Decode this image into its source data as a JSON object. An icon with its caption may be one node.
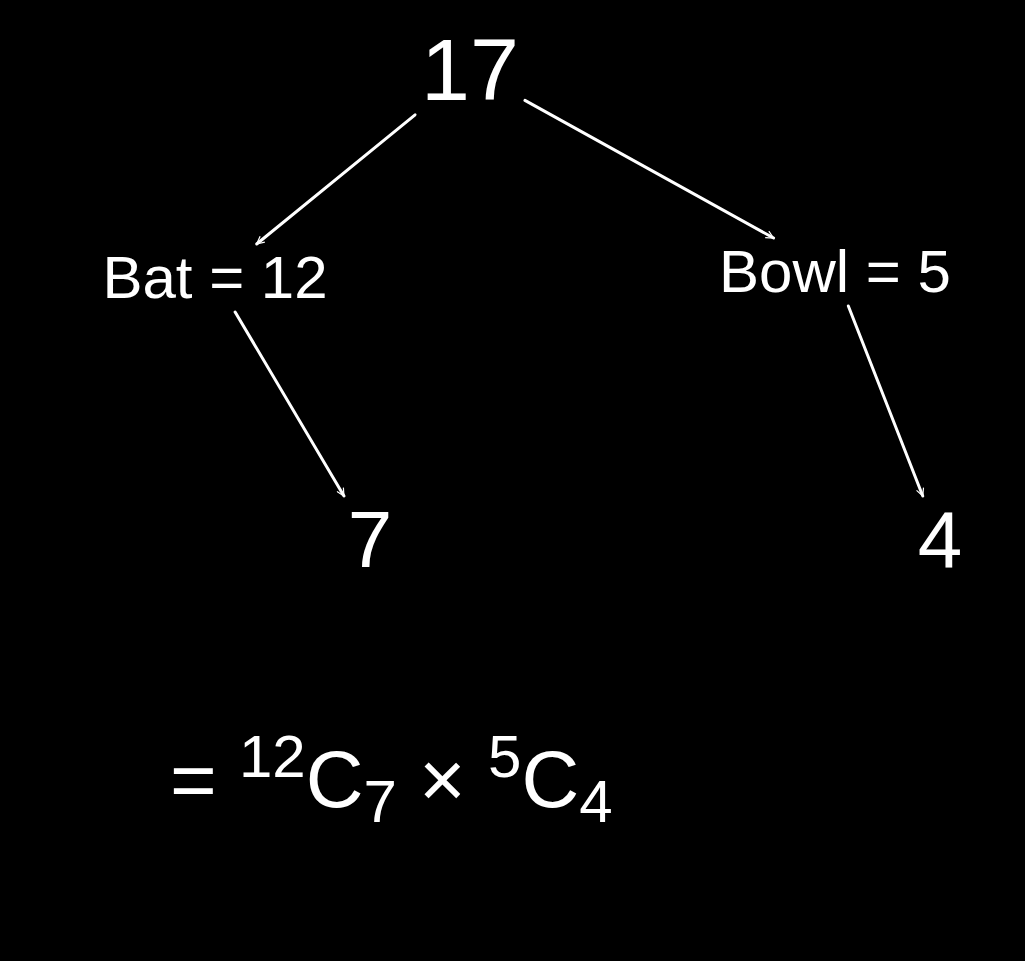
{
  "diagram": {
    "nodes": [
      {
        "text": [
          "17"
        ]
      },
      {
        "text": [
          "Bat = 12"
        ]
      },
      {
        "text": [
          "Bowl = 5"
        ]
      },
      {
        "text": [
          "7"
        ]
      },
      {
        "text": [
          "4"
        ]
      }
    ],
    "edges": [
      {
        "from": 0,
        "to": 1,
        "arrow": "to"
      },
      {
        "from": 0,
        "to": 2,
        "arrow": "to"
      },
      {
        "from": 1,
        "to": 3,
        "arrow": "to"
      },
      {
        "from": 2,
        "to": 4,
        "arrow": "to"
      }
    ],
    "labels": [
      "= $^{12}$C$_{7}$ × $^{5}$C$_{4}$"
    ]
  }
}
